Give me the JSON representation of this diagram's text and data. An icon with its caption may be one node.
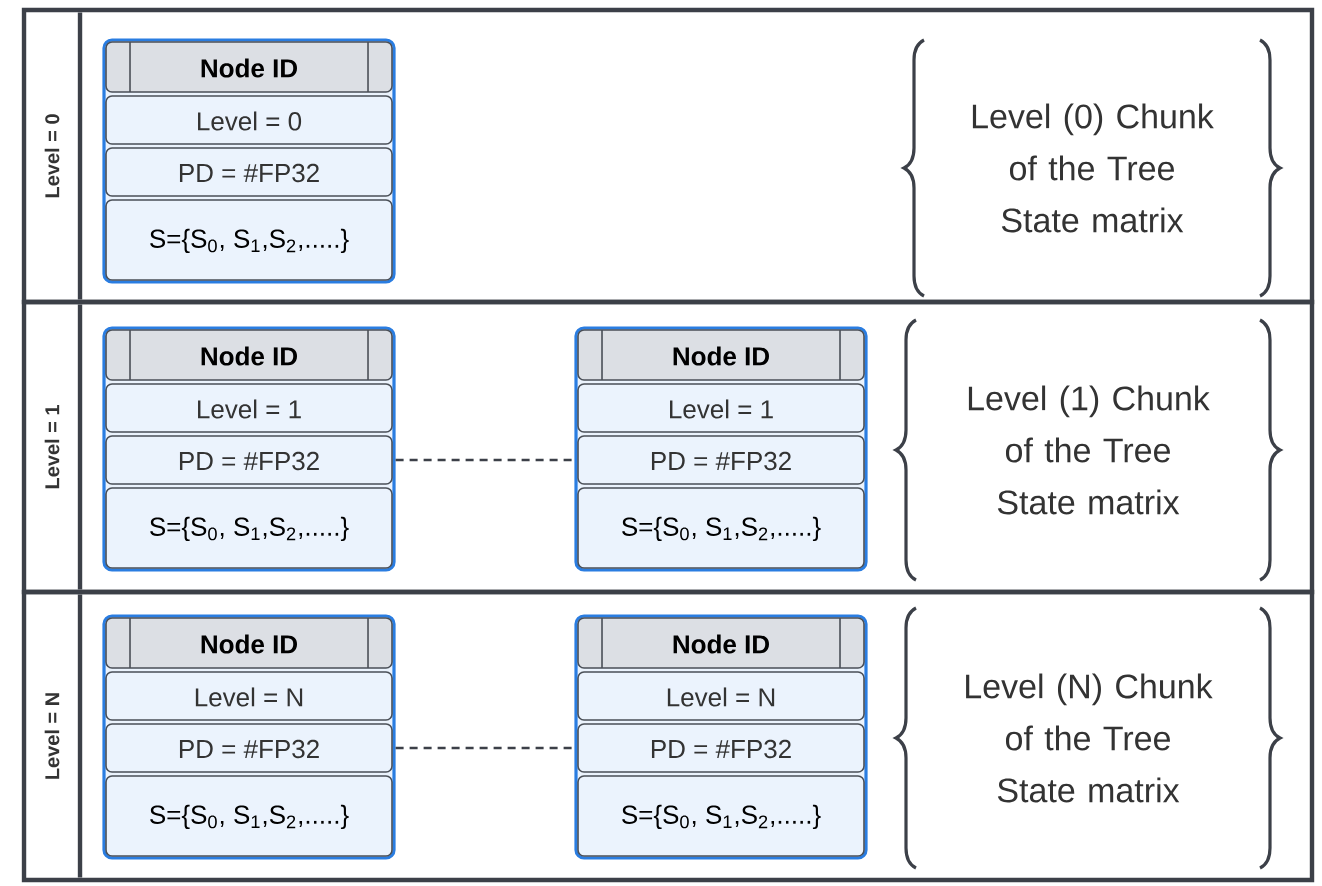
{
  "diagram": {
    "nodes": [
      {
        "text": [
          "Level = 0"
        ]
      },
      {
        "text": [
          "Node ID",
          "Level = 0",
          "PD = #FP32",
          "S={S$_{0}$, S$_{1}$,S$_{2}$,.....}"
        ],
        "in": 0
      },
      {
        "text": [
          "Level (0) Chunk of the Tree State matrix"
        ],
        "in": 0
      },
      {
        "text": [
          "Level = 1"
        ]
      },
      {
        "text": [
          "Node ID",
          "Level = 1",
          "PD = #FP32",
          "S={S$_{0}$, S$_{1}$,S$_{2}$,.....}"
        ],
        "in": 3
      },
      {
        "text": [
          "Node ID",
          "Level = 1",
          "PD = #FP32",
          "S={S$_{0}$, S$_{1}$,S$_{2}$,.....}"
        ],
        "in": 3
      },
      {
        "text": [
          "Level (1) Chunk of the Tree State matrix"
        ],
        "in": 3
      },
      {
        "text": [
          "Level = N"
        ]
      },
      {
        "text": [
          "Node ID",
          "Level = N",
          "PD = #FP32",
          "S={S$_{0}$, S$_{1}$,S$_{2}$,.....}"
        ],
        "in": 7
      },
      {
        "text": [
          "Node ID",
          "Level = N",
          "PD = #FP32",
          "S={S$_{0}$, S$_{1}$,S$_{2}$,.....}"
        ],
        "in": 7
      },
      {
        "text": [
          "Level (N) Chunk of the Tree State matrix"
        ],
        "in": 7
      }
    ],
    "edges": [
      {
        "from": 4,
        "to": 5,
        "arrow": "none",
        "style": "dashed"
      },
      {
        "from": 8,
        "to": 9,
        "arrow": "none",
        "style": "dashed"
      }
    ]
  }
}
